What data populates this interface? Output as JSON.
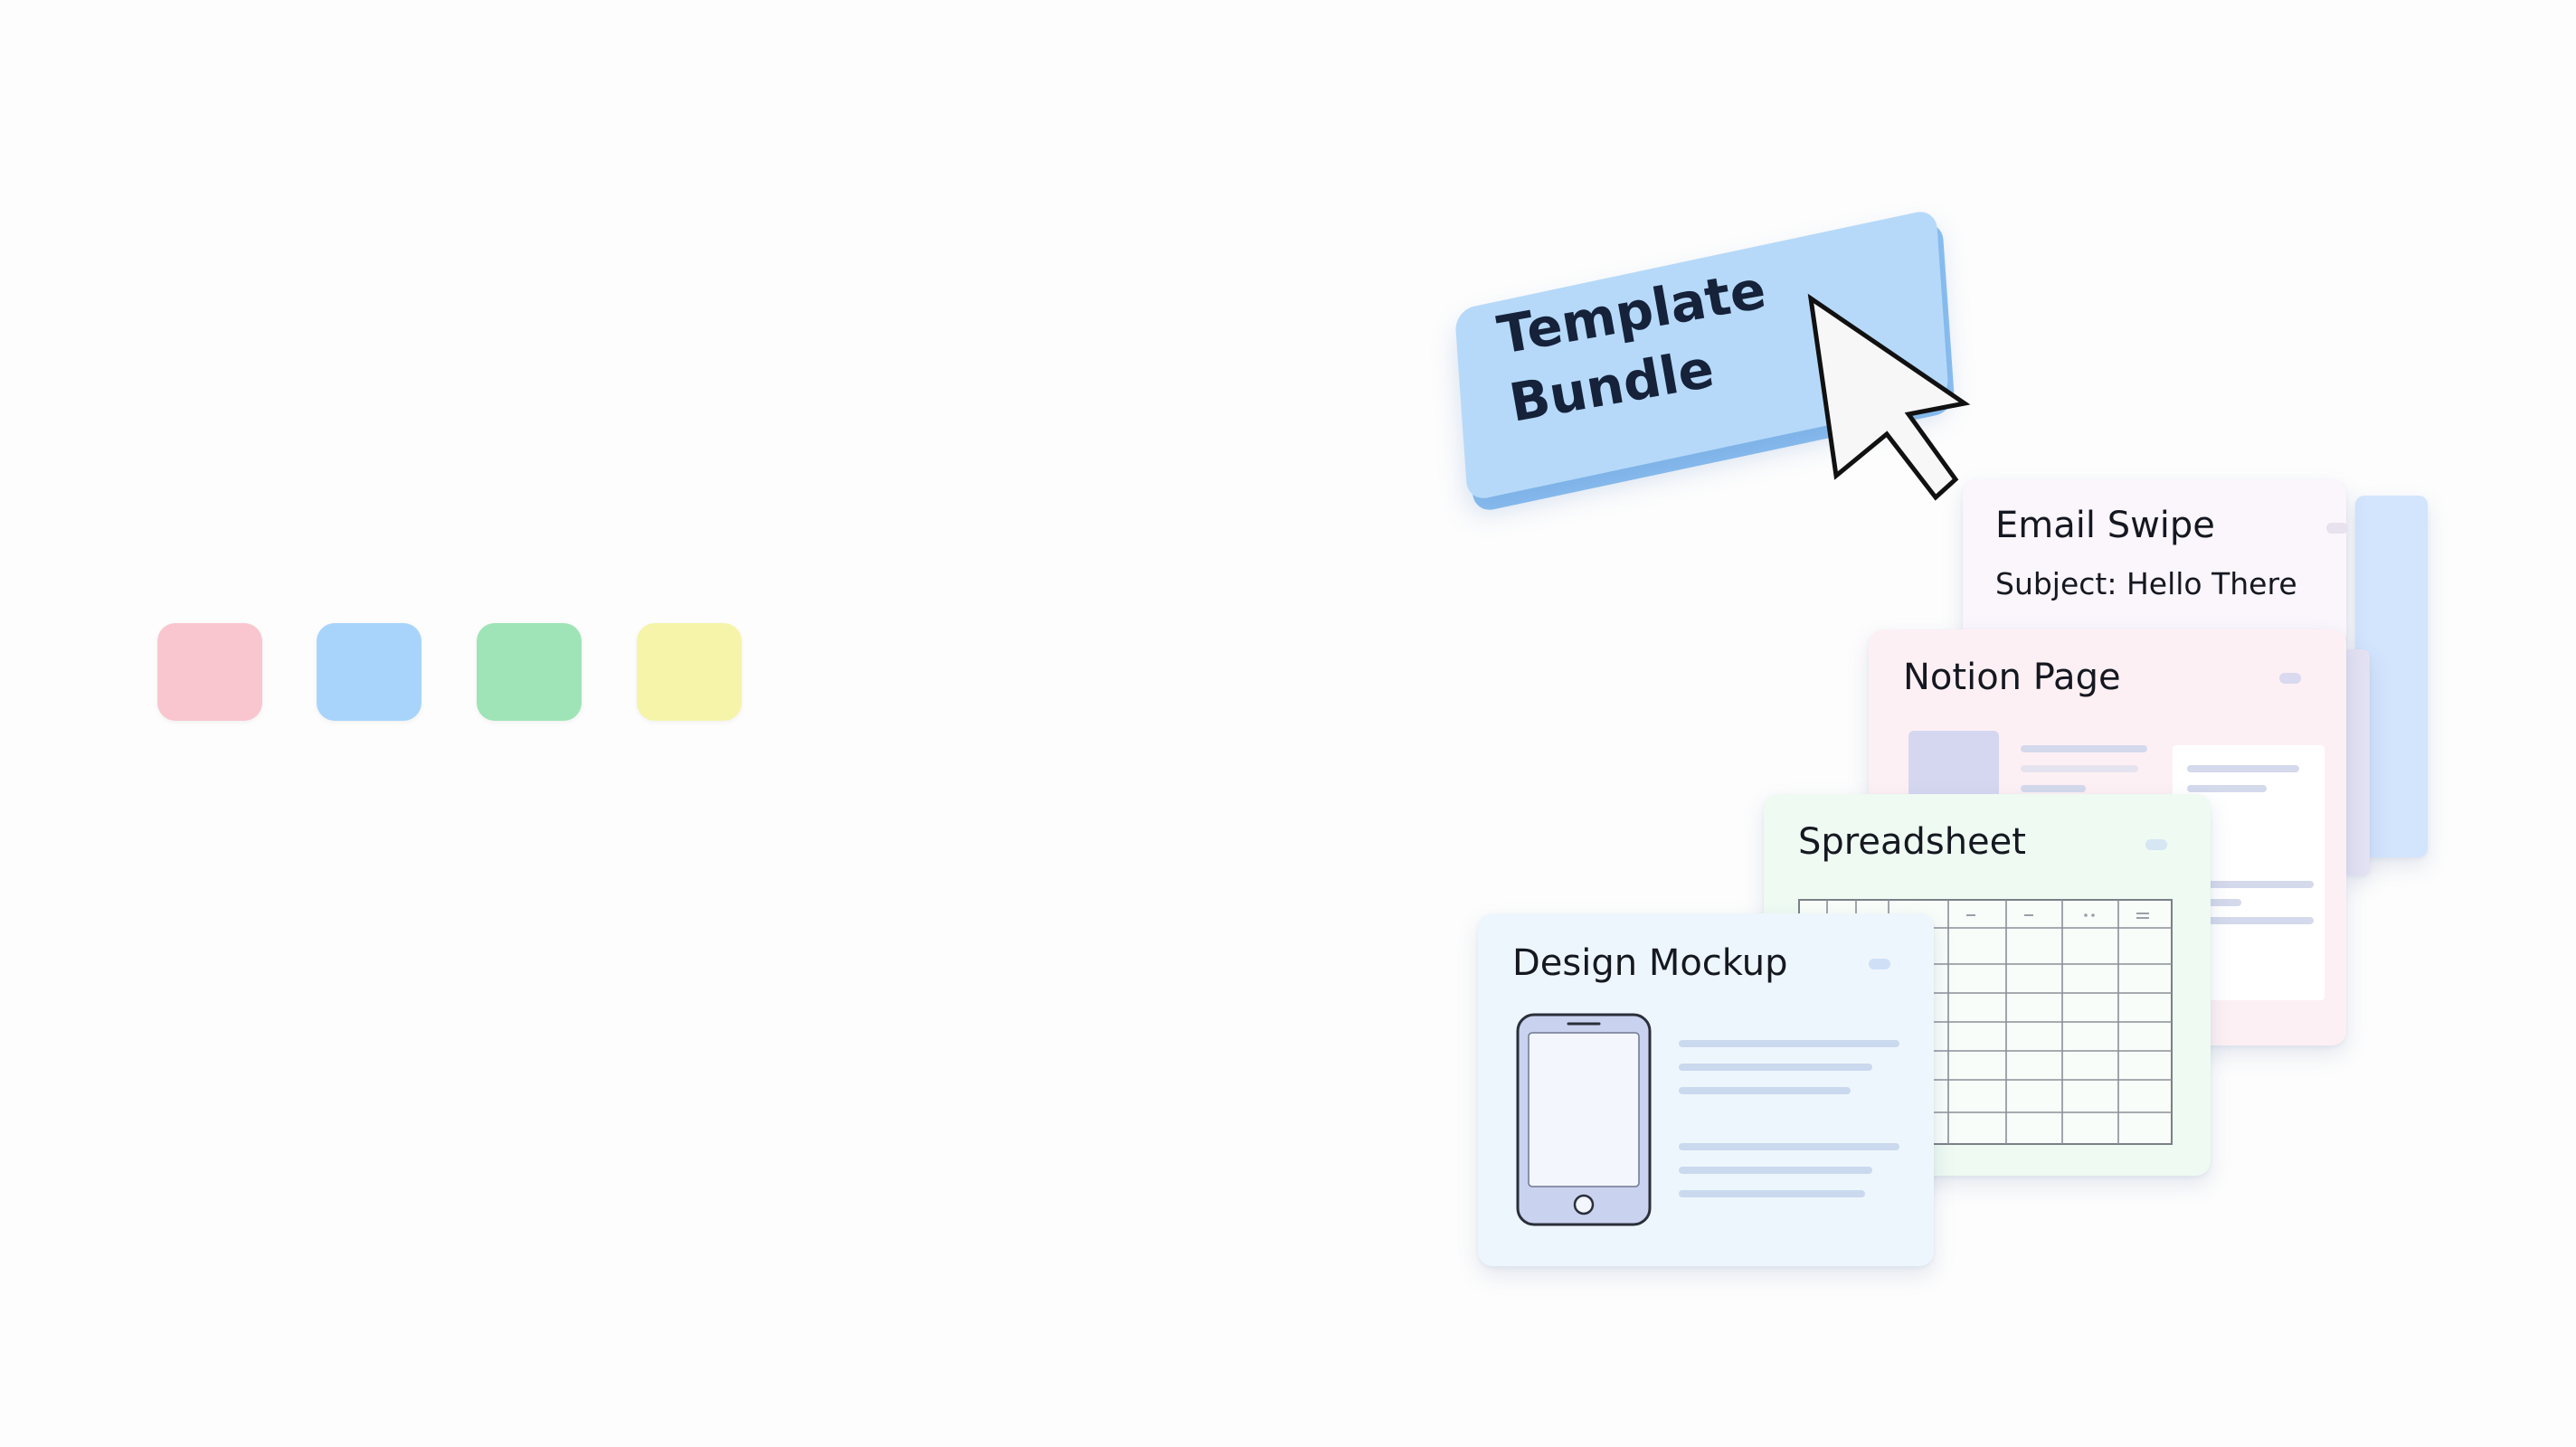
{
  "colors": {
    "swatches": [
      "#f9c6d0",
      "#a8d4fb",
      "#9ee4b6",
      "#f6f4a8"
    ],
    "bundle_button": "#b6d9f9",
    "email_card": "#fbf5fc",
    "notion_card": "#fdf0f4",
    "spreadsheet_card": "#eefaf2",
    "design_card": "#eef6fd"
  },
  "bundle": {
    "label": "Template Bundle"
  },
  "cards": {
    "email": {
      "title": "Email Swipe",
      "subject": "Subject:  Hello There"
    },
    "notion": {
      "title": "Notion Page"
    },
    "spreadsheet": {
      "title": "Spreadsheet"
    },
    "design": {
      "title": "Design Mockup"
    }
  },
  "icons": [
    "cursor-arrow-icon",
    "phone-mockup-icon",
    "spreadsheet-grid-icon"
  ]
}
